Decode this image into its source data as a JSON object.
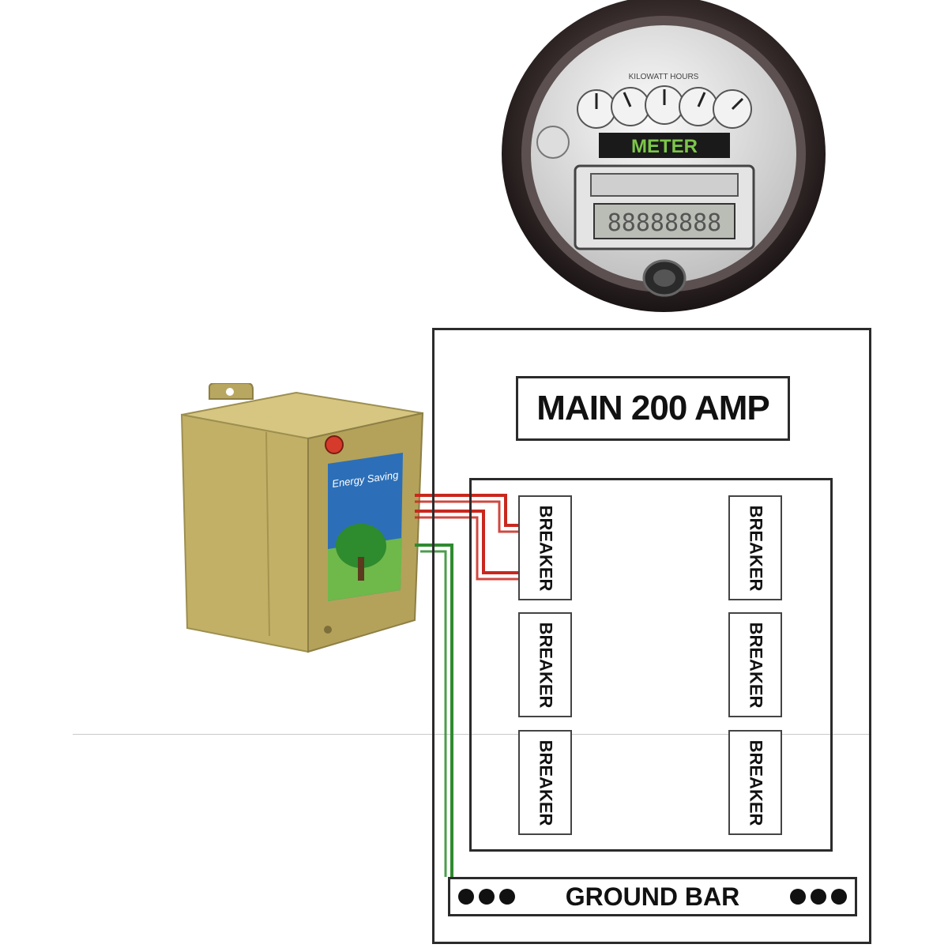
{
  "meter": {
    "label": "METER",
    "face_text": "KILOWATT HOURS",
    "display_digits": "88888888",
    "colors": {
      "ring": "#3b3030",
      "face": "#e8e8e8",
      "label_bg": "#1a1a1a",
      "label_text": "#7cc64a"
    }
  },
  "panel": {
    "main_label": "MAIN 200 AMP",
    "breakers": [
      {
        "label": "BREAKER"
      },
      {
        "label": "BREAKER"
      },
      {
        "label": "BREAKER"
      },
      {
        "label": "BREAKER"
      },
      {
        "label": "BREAKER"
      },
      {
        "label": "BREAKER"
      }
    ],
    "ground_bar_label": "GROUND BAR"
  },
  "device": {
    "sticker_text": "Energy Saving",
    "colors": {
      "body": "#c6b46a",
      "sticker_sky": "#2c6fb8",
      "tree": "#2e8b2e",
      "indicator": "#d63a2a"
    }
  },
  "wires": {
    "colors": {
      "hot": "#c8281e",
      "ground": "#2e8b2e"
    }
  }
}
